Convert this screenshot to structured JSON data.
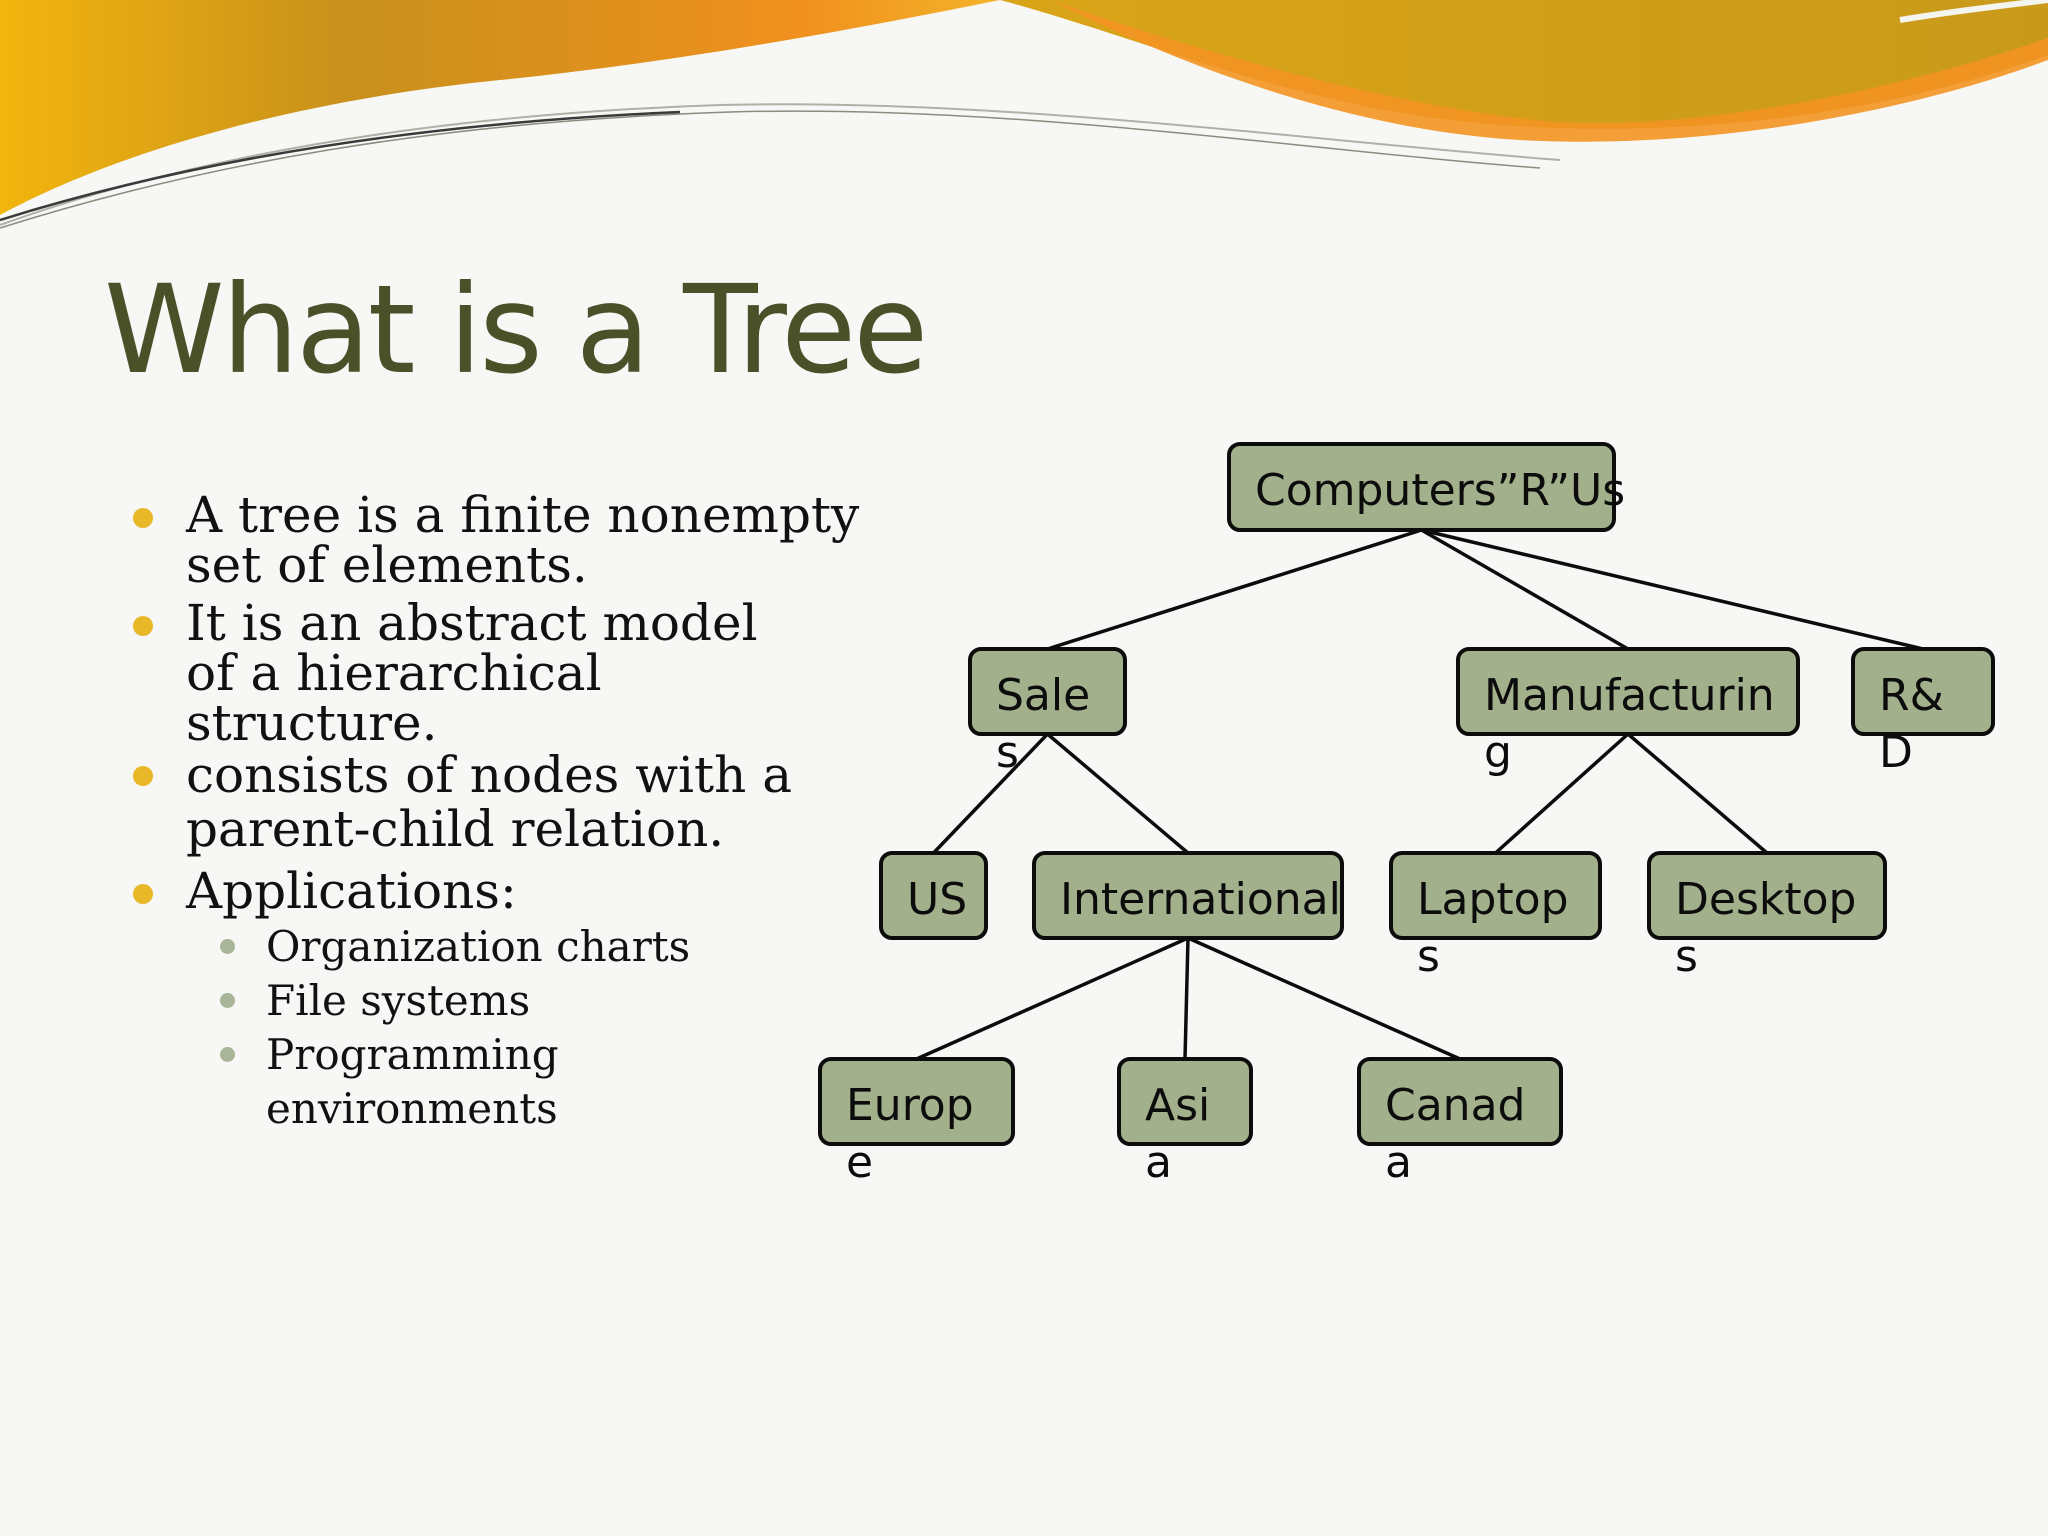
{
  "slide": {
    "title": "What is a Tree",
    "bullets": [
      {
        "lines": [
          "A tree is a finite nonempty",
          "set  of elements."
        ]
      },
      {
        "lines": [
          "It is an abstract model",
          "of a  hierarchical",
          "structure."
        ]
      },
      {
        "lines": [
          "consists of nodes with a",
          "parent-child relation."
        ]
      },
      {
        "lines": [
          "Applications:"
        ]
      }
    ],
    "sub_bullets": [
      {
        "lines": [
          "Organization charts"
        ]
      },
      {
        "lines": [
          "File systems"
        ]
      },
      {
        "lines": [
          "Programming",
          "environments"
        ]
      }
    ]
  },
  "colors": {
    "title": "#4a5028",
    "node_fill": "#a3b08c",
    "bullet": "#e8b828",
    "sub_bullet": "#a9b598",
    "banner_orange": "#e88a1c",
    "banner_gold": "#e8b418"
  },
  "tree": {
    "nodes": [
      {
        "id": "root",
        "lines": [
          "Computers”R”Us"
        ]
      },
      {
        "id": "sales",
        "lines": [
          "Sale",
          "s"
        ]
      },
      {
        "id": "manufacturing",
        "lines": [
          "Manufacturin",
          "g"
        ]
      },
      {
        "id": "rd",
        "lines": [
          "R&",
          "D"
        ]
      },
      {
        "id": "us",
        "lines": [
          "US"
        ]
      },
      {
        "id": "international",
        "lines": [
          "International"
        ]
      },
      {
        "id": "laptops",
        "lines": [
          "Laptop",
          "s"
        ]
      },
      {
        "id": "desktops",
        "lines": [
          "Desktop",
          "s"
        ]
      },
      {
        "id": "europe",
        "lines": [
          "Europ",
          "e"
        ]
      },
      {
        "id": "asia",
        "lines": [
          "Asi",
          "a"
        ]
      },
      {
        "id": "canada",
        "lines": [
          "Canad",
          "a"
        ]
      }
    ],
    "edges": [
      [
        "root",
        "sales"
      ],
      [
        "root",
        "manufacturing"
      ],
      [
        "root",
        "rd"
      ],
      [
        "sales",
        "us"
      ],
      [
        "sales",
        "international"
      ],
      [
        "manufacturing",
        "laptops"
      ],
      [
        "manufacturing",
        "desktops"
      ],
      [
        "international",
        "europe"
      ],
      [
        "international",
        "asia"
      ],
      [
        "international",
        "canada"
      ]
    ]
  }
}
